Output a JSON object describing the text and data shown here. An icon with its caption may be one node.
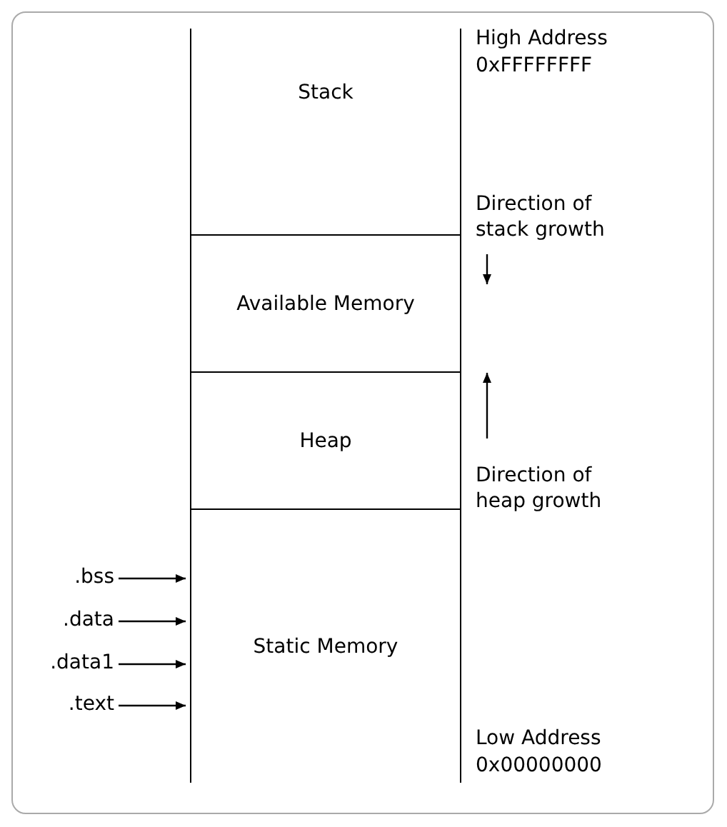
{
  "diagram": {
    "nodes": [
      {
        "text": [
          "Stack"
        ]
      },
      {
        "text": [
          "Available Memory"
        ]
      },
      {
        "text": [
          "Heap"
        ]
      },
      {
        "text": [
          "Static Memory"
        ]
      },
      {
        "text": [
          ".bss"
        ]
      },
      {
        "text": [
          ".data"
        ]
      },
      {
        "text": [
          ".data1"
        ]
      },
      {
        "text": [
          ".text"
        ]
      }
    ],
    "edges": [
      {
        "from": 4,
        "to": 3,
        "arrow": "to"
      },
      {
        "from": 5,
        "to": 3,
        "arrow": "to"
      },
      {
        "from": 6,
        "to": 3,
        "arrow": "to"
      },
      {
        "from": 7,
        "to": 3,
        "arrow": "to"
      }
    ],
    "labels": [
      "High Address",
      "0xFFFFFFFF",
      "Direction of stack growth",
      "Direction of heap growth",
      "Low Address",
      "0x00000000"
    ]
  }
}
